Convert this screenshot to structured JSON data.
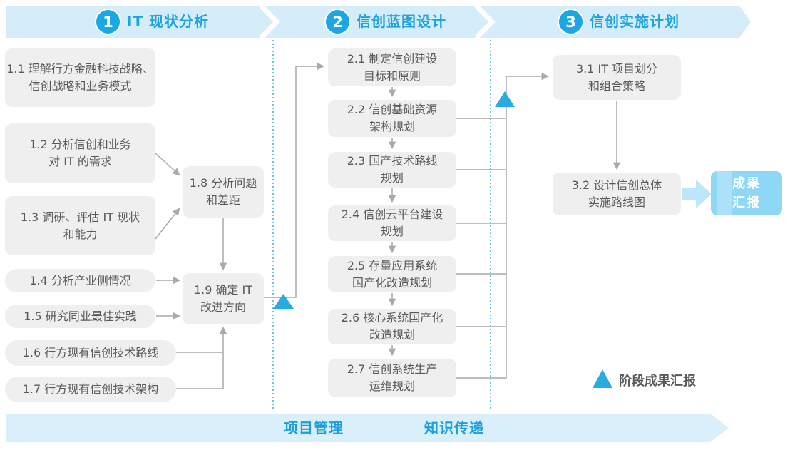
{
  "phases": [
    {
      "number": "1",
      "title": "IT 现状分析"
    },
    {
      "number": "2",
      "title": "信创蓝图设计"
    },
    {
      "number": "3",
      "title": "信创实施计划"
    }
  ],
  "boxes": {
    "b11": [
      "1.1 理解行方金融科技战略、",
      "信创战略和业务模式"
    ],
    "b12": [
      "1.2 分析信创和业务",
      "对 IT 的需求"
    ],
    "b13": [
      "1.3 调研、评估 IT 现状",
      "和能力"
    ],
    "b14": [
      "1.4 分析产业侧情况"
    ],
    "b15": [
      "1.5 研究同业最佳实践"
    ],
    "b16": [
      "1.6 行方现有信创技术路线"
    ],
    "b17": [
      "1.7 行方现有信创技术架构"
    ],
    "b18": [
      "1.8 分析问题",
      "和差距"
    ],
    "b19": [
      "1.9 确定 IT",
      "改进方向"
    ],
    "b21": [
      "2.1 制定信创建设",
      "目标和原则"
    ],
    "b22": [
      "2.2 信创基础资源",
      "架构规划"
    ],
    "b23": [
      "2.3 国产技术路线",
      "规划"
    ],
    "b24": [
      "2.4 信创云平台建设",
      "规划"
    ],
    "b25": [
      "2.5 存量应用系统",
      "国产化改造规划"
    ],
    "b26": [
      "2.6 核心系统国产化",
      "改造规划"
    ],
    "b27": [
      "2.7 信创系统生产",
      "运维规划"
    ],
    "b31": [
      "3.1 IT 项目划分",
      "和组合策略"
    ],
    "b32": [
      "3.2 设计信创总体",
      "实施路线图"
    ]
  },
  "result_box": [
    "成果",
    "汇报"
  ],
  "legend": {
    "label": "阶段成果汇报"
  },
  "footer": {
    "items": [
      "项目管理",
      "知识传递"
    ]
  },
  "colors": {
    "accent_blue": "#29ABE2",
    "banner_fill": "#D5EDF9",
    "box_fill": "#EFEFEF",
    "box_text": "#58595B",
    "line_gray": "#A7A9AC",
    "result_fill": "#8FD7F6"
  }
}
